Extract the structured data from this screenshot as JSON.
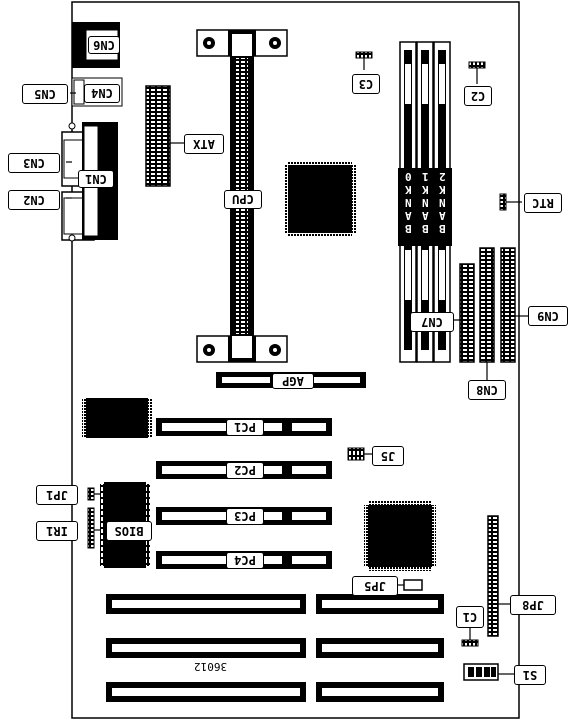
{
  "labels": {
    "cn6": "CN6",
    "cn4": "CN4",
    "cn5": "CN5",
    "cn3": "CN3",
    "cn1": "CN1",
    "cn2": "CN2",
    "atx": "ATX",
    "cpu": "CPU",
    "c3": "C3",
    "c2": "C2",
    "rtc": "RTC",
    "cn9": "CN9",
    "cn7": "CN7",
    "cn8": "CN8",
    "agp": "AGP",
    "pc1": "PC1",
    "pc2": "PC2",
    "pc3": "PC3",
    "pc4": "PC4",
    "j5": "J5",
    "jp1": "JP1",
    "ir1": "IR1",
    "bios": "BIOS",
    "jp5": "JP5",
    "jp8": "JP8",
    "c1": "C1",
    "s1": "S1",
    "board_number": "36012"
  },
  "banks": [
    {
      "letters": [
        "B",
        "A",
        "N",
        "K",
        "0"
      ]
    },
    {
      "letters": [
        "B",
        "A",
        "N",
        "K",
        "1"
      ]
    },
    {
      "letters": [
        "B",
        "A",
        "N",
        "K",
        "2"
      ]
    }
  ]
}
